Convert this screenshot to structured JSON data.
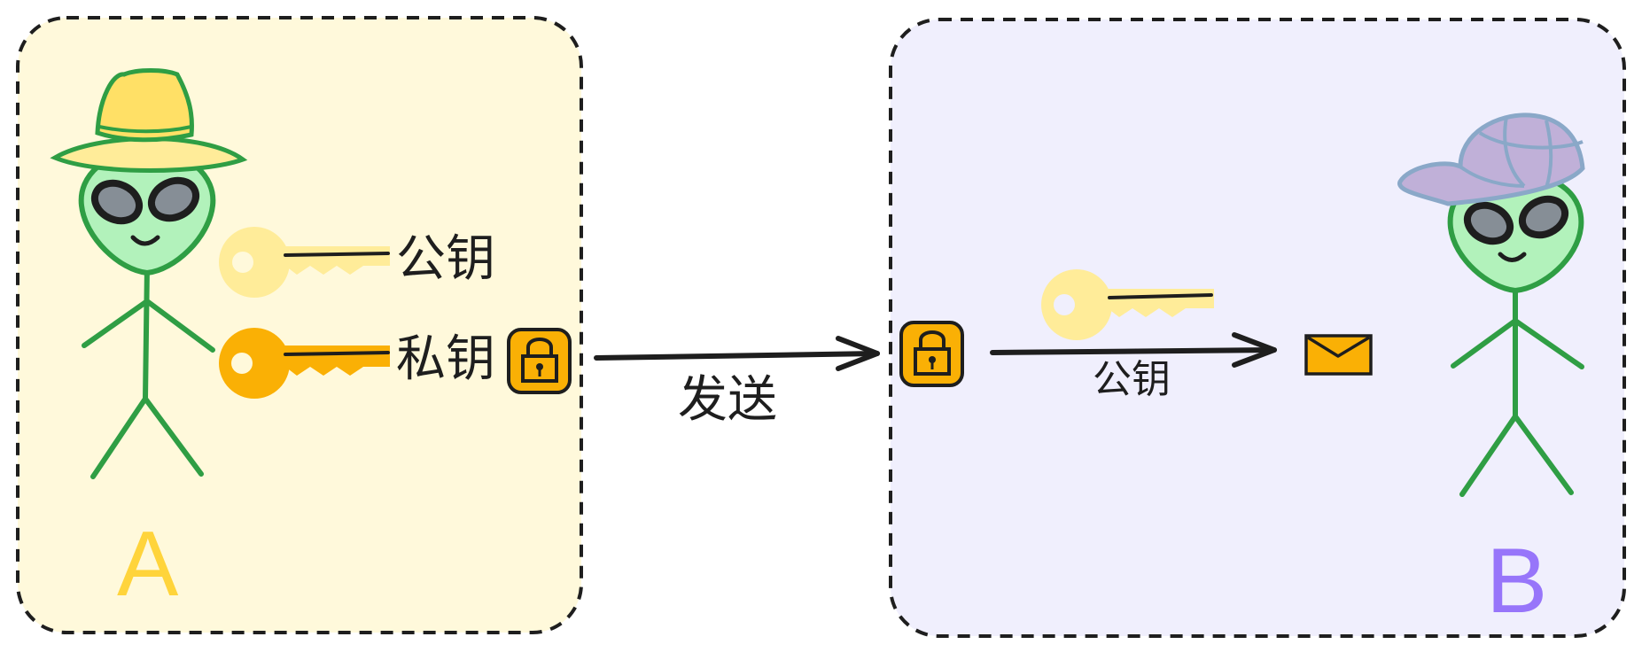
{
  "panel_a": {
    "letter": "A",
    "public_key_label": "公钥",
    "private_key_label": "私钥",
    "letter_color": "#ffd43b",
    "fill": "#fff9db"
  },
  "panel_b": {
    "letter": "B",
    "letter_color": "#9775fa",
    "fill": "#f0effd",
    "arrow_label": "公钥"
  },
  "send_label": "发送",
  "colors": {
    "public_key": "#ffec99",
    "private_key": "#fab005",
    "lock": "#fab005",
    "stroke": "#1e1e1e",
    "alien_body": "#2f9e44",
    "alien_head": "#b2f2bb",
    "hat_a": "#ffe066",
    "hat_b": "#c0b0d8"
  },
  "icons": [
    "alien-figure",
    "hat-icon",
    "cap-icon",
    "key-icon",
    "lock-icon",
    "envelope-icon",
    "arrow-icon"
  ]
}
